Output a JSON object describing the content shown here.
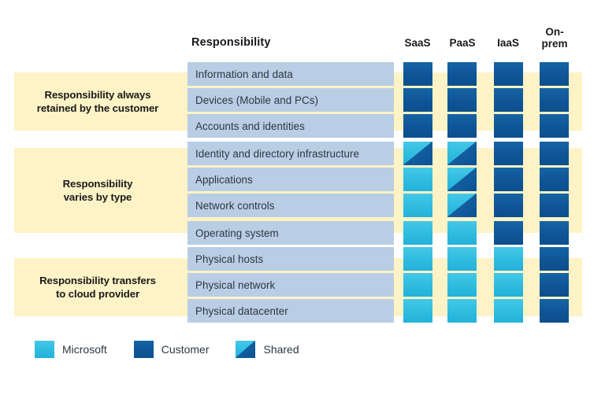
{
  "header": {
    "responsibility_title": "Responsibility",
    "columns": [
      {
        "id": "saas",
        "label": "SaaS",
        "line1": "SaaS",
        "line2": ""
      },
      {
        "id": "paas",
        "label": "PaaS",
        "line1": "PaaS",
        "line2": ""
      },
      {
        "id": "iaas",
        "label": "IaaS",
        "line1": "IaaS",
        "line2": ""
      },
      {
        "id": "onprem",
        "label": "On-prem",
        "line1": "On-",
        "line2": "prem"
      }
    ]
  },
  "groups": [
    {
      "id": "always-retained",
      "label": "Responsibility always\nretained by the customer",
      "line1": "Responsibility always",
      "line2": "retained by the customer"
    },
    {
      "id": "varies-by-type",
      "label": "Responsibility\nvaries by type",
      "line1": "Responsibility",
      "line2": "varies by type"
    },
    {
      "id": "transfers-to-provider",
      "label": "Responsibility transfers\nto cloud provider",
      "line1": "Responsibility transfers",
      "line2": "to cloud provider"
    }
  ],
  "rows": [
    {
      "label": "Information and data",
      "group": "always-retained",
      "saas": "customer",
      "paas": "customer",
      "iaas": "customer",
      "onprem": "customer"
    },
    {
      "label": "Devices (Mobile and PCs)",
      "group": "always-retained",
      "saas": "customer",
      "paas": "customer",
      "iaas": "customer",
      "onprem": "customer"
    },
    {
      "label": "Accounts and identities",
      "group": "always-retained",
      "saas": "customer",
      "paas": "customer",
      "iaas": "customer",
      "onprem": "customer"
    },
    {
      "label": "Identity and directory infrastructure",
      "group": "varies-by-type",
      "saas": "shared",
      "paas": "shared",
      "iaas": "customer",
      "onprem": "customer"
    },
    {
      "label": "Applications",
      "group": "varies-by-type",
      "saas": "microsoft",
      "paas": "shared",
      "iaas": "customer",
      "onprem": "customer"
    },
    {
      "label": "Network controls",
      "group": "varies-by-type",
      "saas": "microsoft",
      "paas": "shared",
      "iaas": "customer",
      "onprem": "customer"
    },
    {
      "label": "Operating system",
      "group": "varies-by-type",
      "saas": "microsoft",
      "paas": "microsoft",
      "iaas": "customer",
      "onprem": "customer"
    },
    {
      "label": "Physical hosts",
      "group": "transfers-to-provider",
      "saas": "microsoft",
      "paas": "microsoft",
      "iaas": "microsoft",
      "onprem": "customer"
    },
    {
      "label": "Physical network",
      "group": "transfers-to-provider",
      "saas": "microsoft",
      "paas": "microsoft",
      "iaas": "microsoft",
      "onprem": "customer"
    },
    {
      "label": "Physical datacenter",
      "group": "transfers-to-provider",
      "saas": "microsoft",
      "paas": "microsoft",
      "iaas": "microsoft",
      "onprem": "customer"
    }
  ],
  "legend": [
    {
      "id": "microsoft",
      "label": "Microsoft",
      "swatch": "microsoft-swatch"
    },
    {
      "id": "customer",
      "label": "Customer",
      "swatch": "customer-swatch"
    },
    {
      "id": "shared",
      "label": "Shared",
      "swatch": "shared-swatch"
    }
  ],
  "colors": {
    "microsoft": "#2fbbdf",
    "customer": "#0f5596",
    "shared_light": "#2fbbdf",
    "shared_dark": "#11année",
    "band": "#fdf3c6",
    "row_chip": "#b9cde4",
    "text": "#2c3742",
    "background": "#ffffff"
  }
}
